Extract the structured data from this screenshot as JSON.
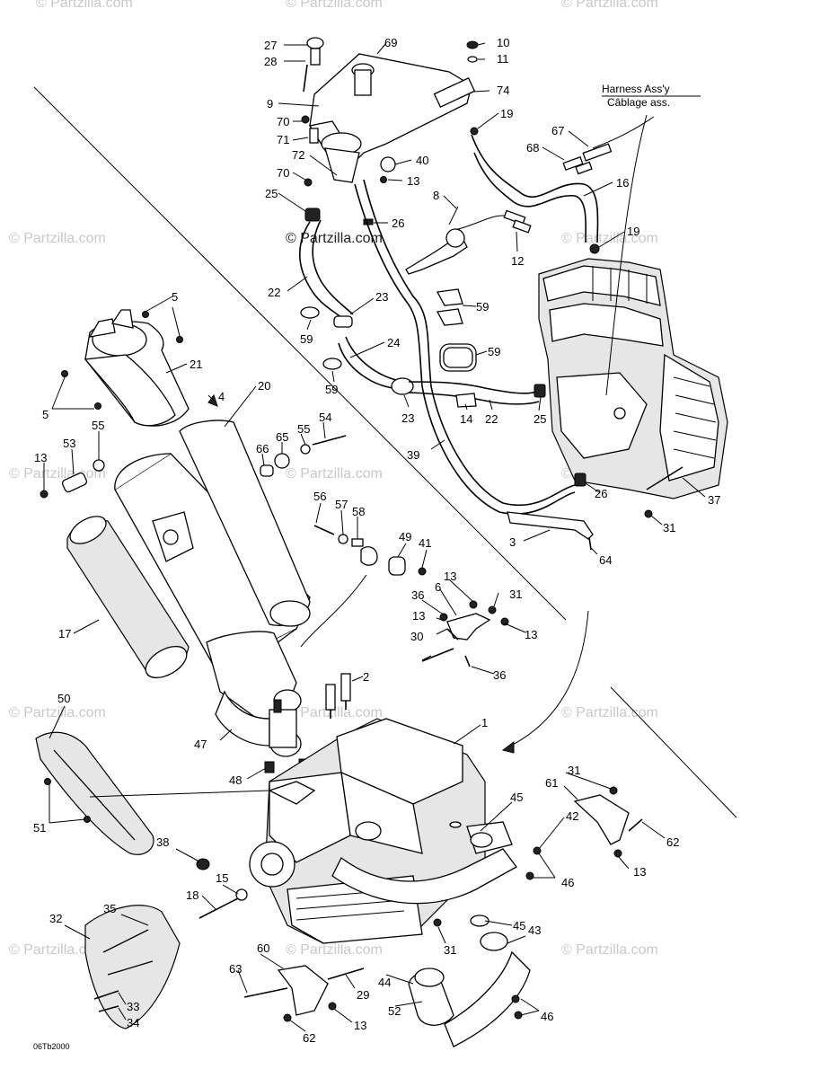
{
  "diagram": {
    "watermark_text": "© Partzilla.com",
    "callout_harness_en": "Harness Ass'y",
    "callout_harness_fr": "Câblage ass.",
    "drawing_code": "06Tb2000",
    "part_labels": {
      "p27": "27",
      "p28": "28",
      "p69": "69",
      "p10": "10",
      "p11": "11",
      "p9": "9",
      "p74": "74",
      "p70a": "70",
      "p71": "71",
      "p72": "72",
      "p70b": "70",
      "p19a": "19",
      "p40": "40",
      "p13a": "13",
      "p25a": "25",
      "p8": "8",
      "p26a": "26",
      "p67": "67",
      "p68": "68",
      "p16": "16",
      "p19b": "19",
      "p12": "12",
      "p22a": "22",
      "p23a": "23",
      "p59a": "59",
      "p59b": "59",
      "p59c": "59",
      "p59d": "59",
      "p24": "24",
      "p5a": "5",
      "p21": "21",
      "p5b": "5",
      "p4": "4",
      "p20": "20",
      "p55a": "55",
      "p66": "66",
      "p65": "65",
      "p55b": "55",
      "p54": "54",
      "p13b": "13",
      "p53": "53",
      "p23b": "23",
      "p14": "14",
      "p22b": "22",
      "p25b": "25",
      "p39": "39",
      "p26b": "26",
      "p37": "37",
      "p31a": "31",
      "p3": "3",
      "p64": "64",
      "p56": "56",
      "p57": "57",
      "p58": "58",
      "p49": "49",
      "p41": "41",
      "p17": "17",
      "p13c": "13",
      "p6": "6",
      "p31b": "31",
      "p36a": "36",
      "p13d": "13",
      "p13e": "13",
      "p30": "30",
      "p36b": "36",
      "p2": "2",
      "p50": "50",
      "p1": "1",
      "p47": "47",
      "p48": "48",
      "p51": "51",
      "p31c": "31",
      "p61": "61",
      "p45a": "45",
      "p42": "42",
      "p62a": "62",
      "p38": "38",
      "p46a": "46",
      "p13f": "13",
      "p18": "18",
      "p15": "15",
      "p32": "32",
      "p35": "35",
      "p45b": "45",
      "p43": "43",
      "p31d": "31",
      "p60": "60",
      "p63": "63",
      "p44": "44",
      "p29": "29",
      "p33": "33",
      "p52": "52",
      "p46b": "46",
      "p34": "34",
      "p13g": "13",
      "p62b": "62"
    }
  }
}
